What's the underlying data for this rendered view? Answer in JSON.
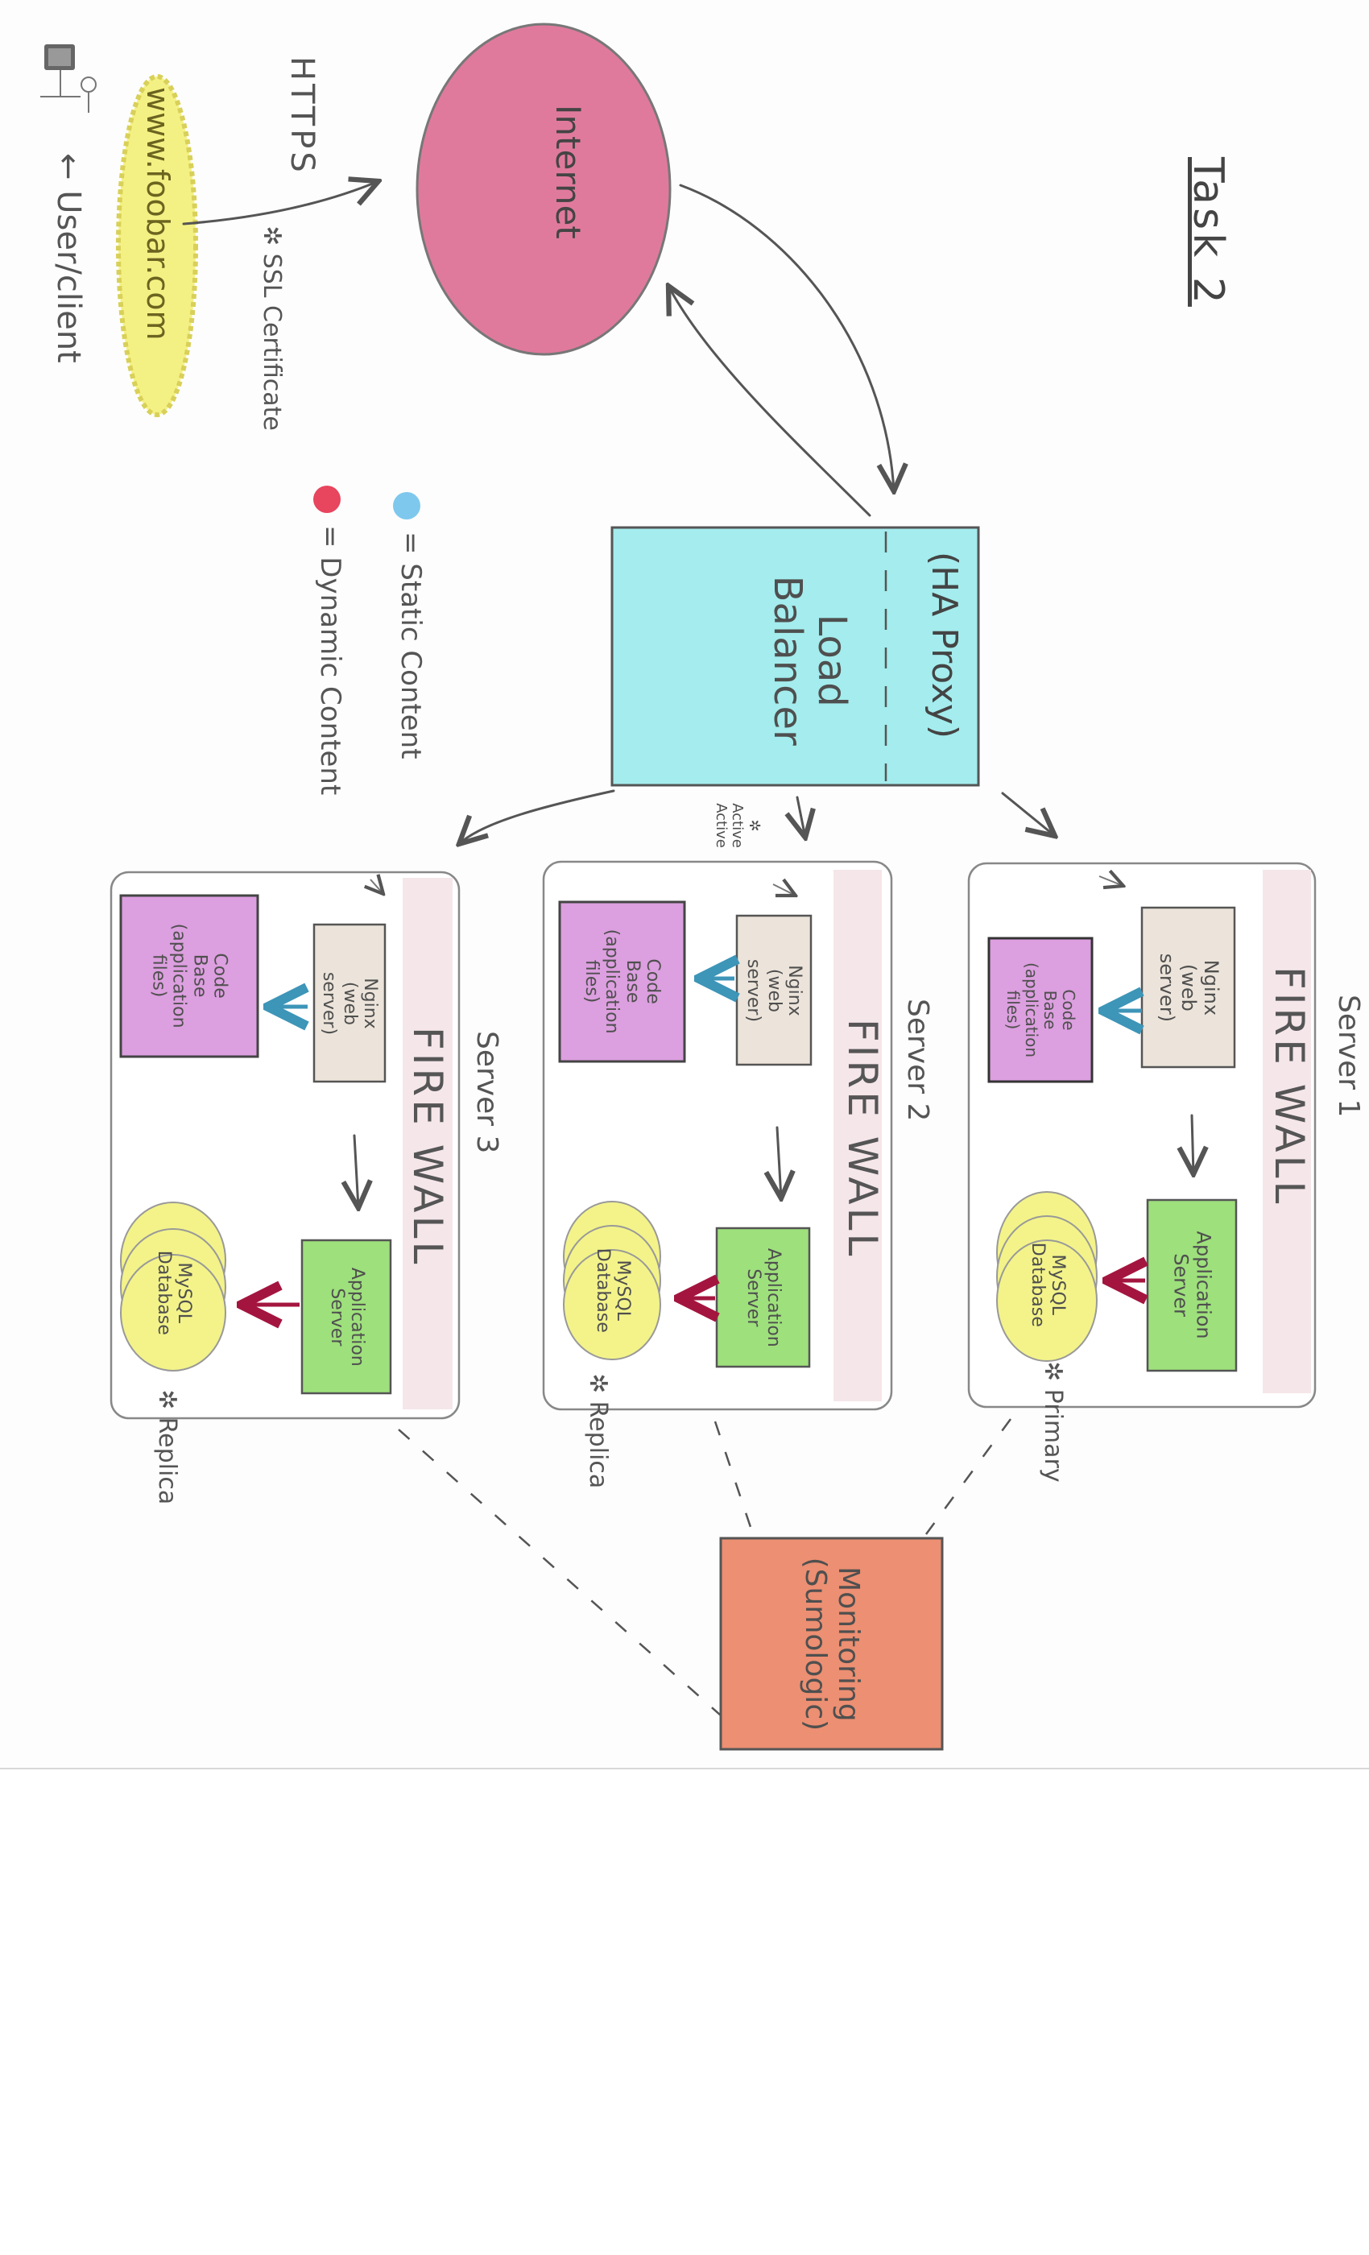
{
  "title": "Task 2",
  "client": {
    "site": "www.foobar.com",
    "label": "← User/client",
    "connection": "HTTPS",
    "cert": "✲ SSL Certificate"
  },
  "internet": {
    "label": "Internet"
  },
  "legend": {
    "static": "= Static Content",
    "dynamic": "= Dynamic Content",
    "static_color": "#7ec8ee",
    "dynamic_color": "#e8455e"
  },
  "load_balancer": {
    "name": "(HA Proxy)",
    "label": "Load\nBalancer",
    "note": "✲ Active\nActive"
  },
  "firewall_label": "FIRE WALL",
  "servers": [
    {
      "name": "Server 1",
      "nginx": "Nginx\n(web server)",
      "code": "Code\nBase\n(application files)",
      "app": "Application\nServer",
      "db": "MySQL\nDatabase",
      "role": "✲ Primary"
    },
    {
      "name": "Server 2",
      "nginx": "Nginx\n(web server)",
      "code": "Code\nBase\n(application files)",
      "app": "Application\nServer",
      "db": "MySQL\nDatabase",
      "role": "✲ Replica"
    },
    {
      "name": "Server 3",
      "nginx": "Nginx\n(web server)",
      "code": "Code\nBase\n(application files)",
      "app": "Application\nServer",
      "db": "MySQL\nDatabase",
      "role": "✲ Replica"
    }
  ],
  "monitoring": {
    "label": "Monitoring\n(Sumologic)"
  },
  "colors": {
    "internet": "#e07a9c",
    "load_balancer": "#9ee9ea",
    "nginx": "#ece4da",
    "code_base": "#dc9fdf",
    "app_server": "#9ee07c",
    "database": "#f3f38a",
    "monitoring": "#ec8f72",
    "firewall": "#f5e6ea",
    "static_arrow": "#3d95b8",
    "dynamic_arrow": "#a3153f"
  }
}
